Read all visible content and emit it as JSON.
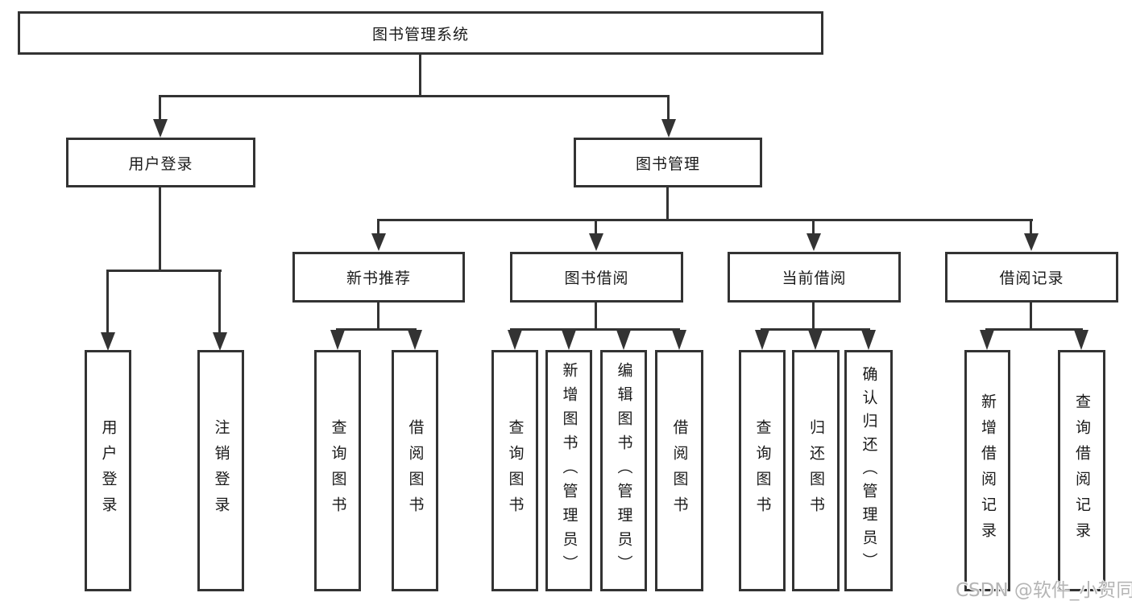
{
  "nodes": {
    "root": "图书管理系统",
    "user_login": "用户登录",
    "book_mgmt": "图书管理",
    "new_book_rec": "新书推荐",
    "book_borrow": "图书借阅",
    "current_borrow": "当前借阅",
    "borrow_record": "借阅记录",
    "leaf_user_login": "用户登录",
    "leaf_logout": "注销登录",
    "leaf_rec_query_book": "查询图书",
    "leaf_rec_borrow_book": "借阅图书",
    "leaf_bb_query_book": "查询图书",
    "leaf_bb_add_book": "新增图书（管理员）",
    "leaf_bb_edit_book": "编辑图书（管理员）",
    "leaf_bb_borrow_book": "借阅图书",
    "leaf_cb_query_book": "查询图书",
    "leaf_cb_return_book": "归还图书",
    "leaf_cb_confirm_return": "确认归还（管理员）",
    "leaf_br_add_record": "新增借阅记录",
    "leaf_br_query_record": "查询借阅记录"
  },
  "watermark": "CSDN @软件_小贺同学",
  "colors": {
    "line": "#333333",
    "text": "#1a1a1a",
    "background": "#ffffff",
    "watermark": "#b5b5b5"
  }
}
